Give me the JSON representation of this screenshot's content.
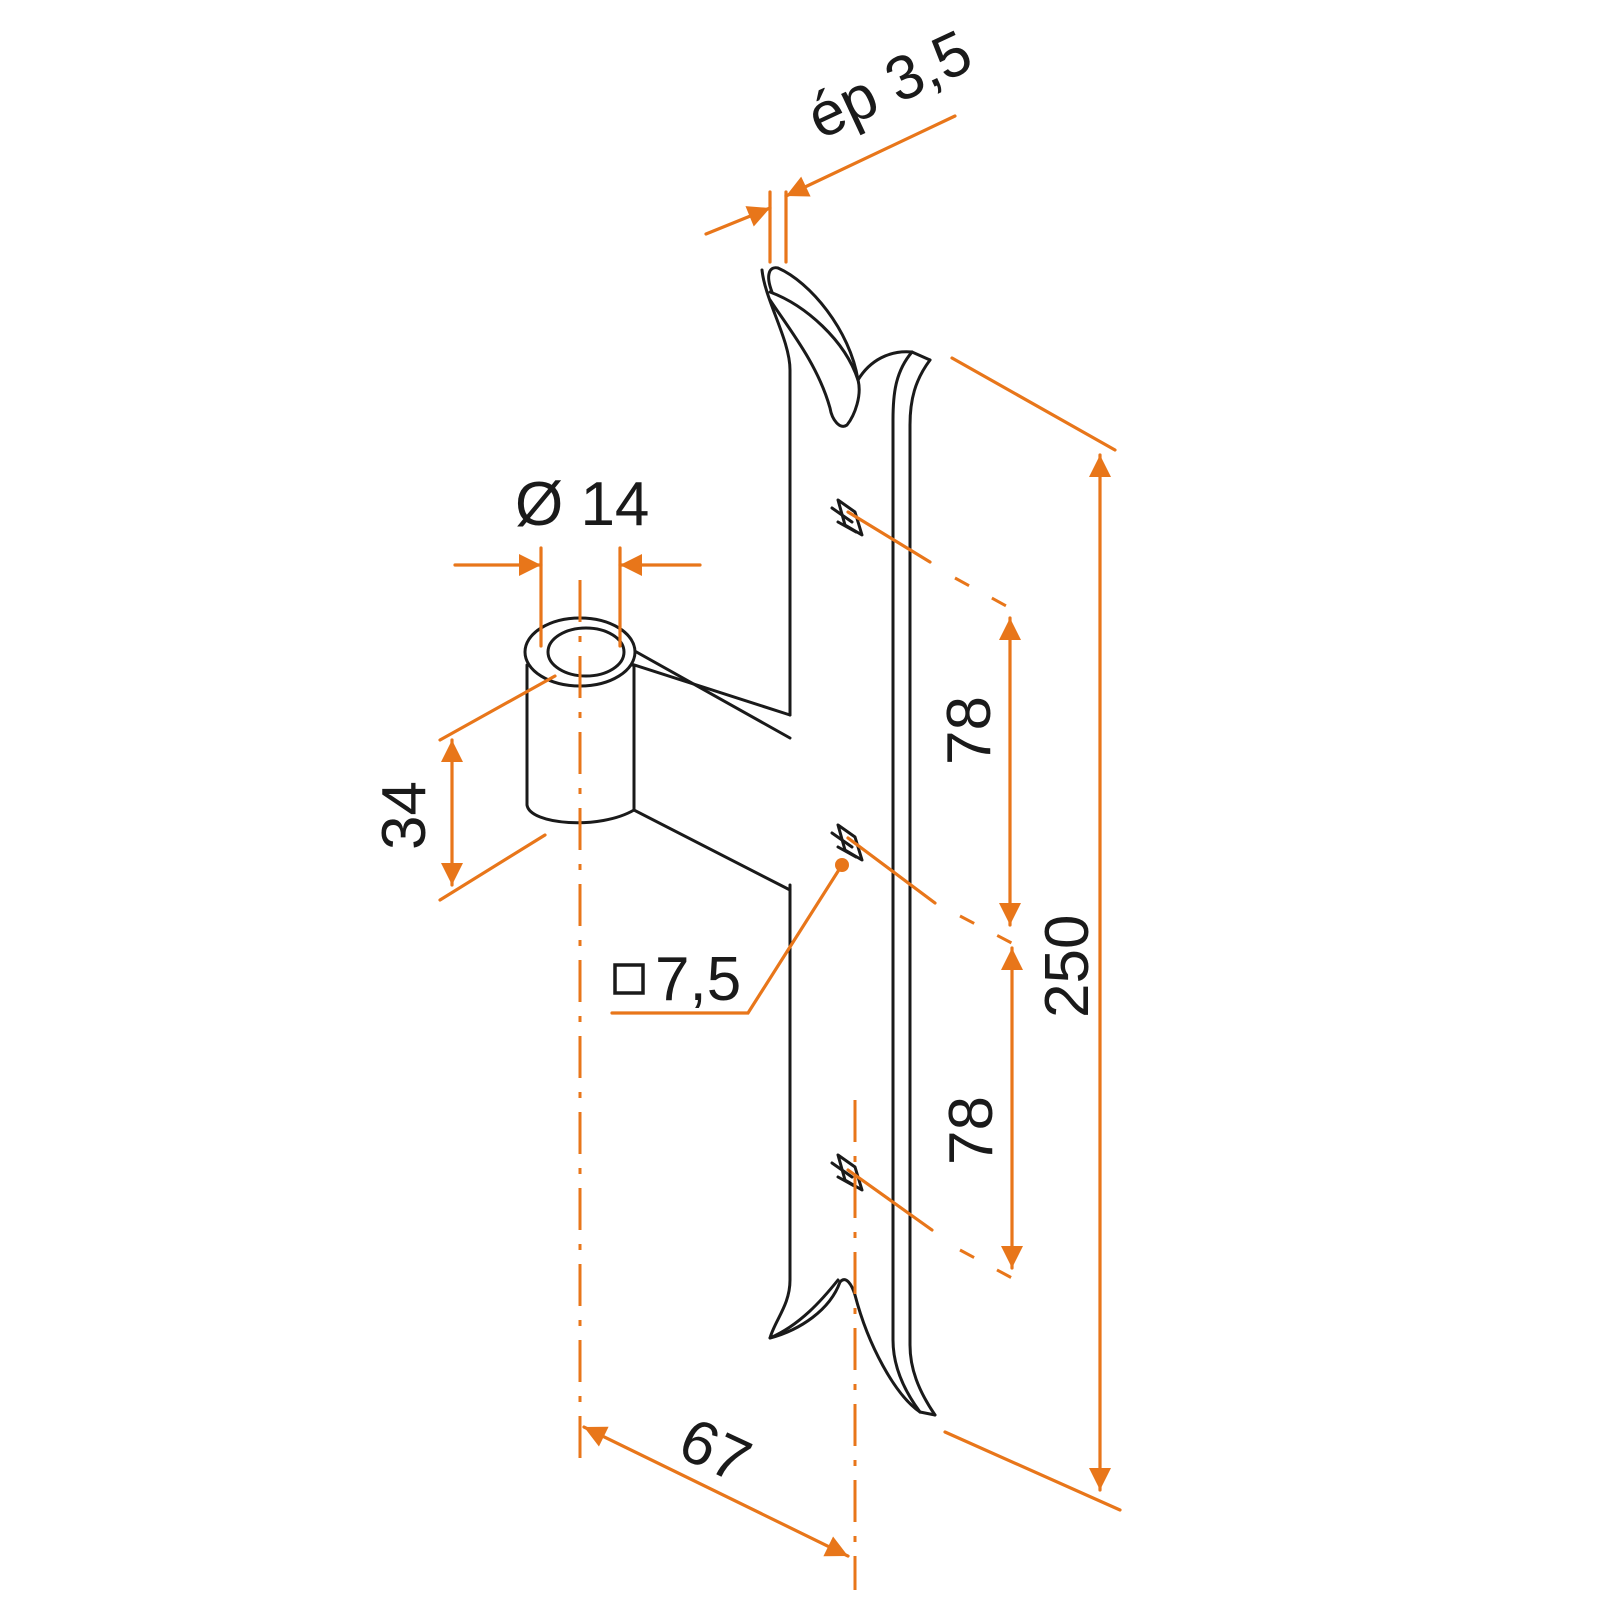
{
  "dimensions": {
    "thickness": "ép 3,5",
    "pin_diameter": "Ø 14",
    "pin_height": "34",
    "hole_spacing_upper": "78",
    "hole_spacing_lower": "78",
    "overall_length": "250",
    "square_hole": "7,5",
    "offset": "67"
  },
  "colors": {
    "dimension_lines": "#e8761a",
    "part_outline": "#1a1a1a"
  },
  "icons": {
    "square_hole_symbol": "square-icon"
  }
}
